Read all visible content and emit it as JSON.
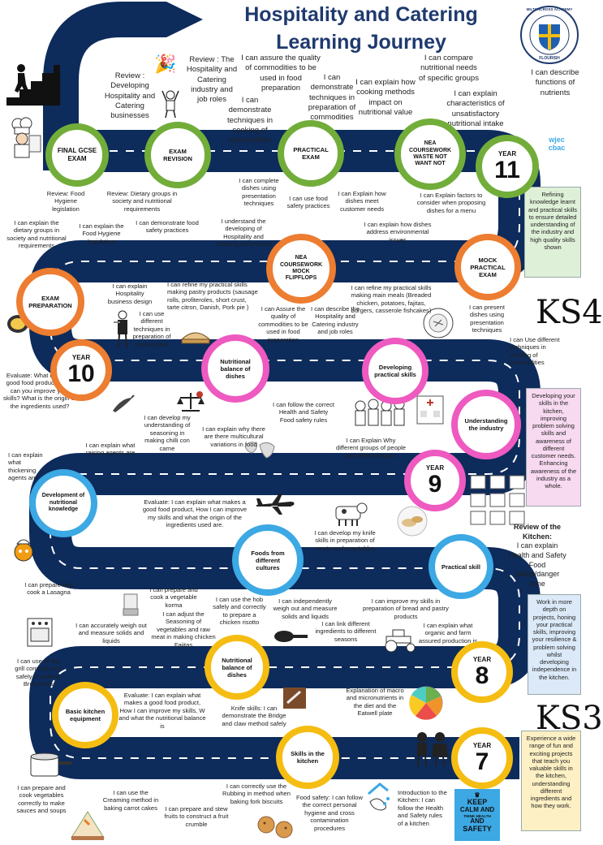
{
  "header": {
    "title_line1": "Hospitality and Catering",
    "title_line2": "Learning Journey",
    "school_logo": {
      "top": "MILTONCROSS ACADEMY",
      "bottom": "FLOURISH",
      "letters": "M C"
    },
    "board_logo_lines": [
      "wjec",
      "cbac"
    ]
  },
  "colors": {
    "road": "#0d2b5b",
    "green": "#72ad3a",
    "orange": "#ed7d31",
    "pink": "#ee5ac0",
    "blue": "#3ca8e4",
    "yellow": "#f5bd12",
    "title": "#1f3a6e"
  },
  "milestones": {
    "final_exam": "FINAL GCSE EXAM",
    "exam_revision": "EXAM REVISION",
    "practical_exam": "PRACTICAL EXAM",
    "nea_waste": "NEA COURSEWORK WASTE NOT WANT NOT",
    "mock_practical": "MOCK PRACTICAL EXAM",
    "nea_mock": "NEA COURSEWORK MOCK FLIPFLOPS",
    "exam_prep": "EXAM PREPARATION",
    "nutritional_balance_10": "Nutritional balance of dishes",
    "developing_practical": "Developing practical skills",
    "understanding_industry": "Understanding the industry",
    "dev_nutritional": "Development of nutritional knowledge",
    "foods_cultures": "Foods from different cultures",
    "practical_skill": "Practical skill",
    "nutritional_balance_8": "Nutritional balance of dishes",
    "basic_kitchen": "Basic kitchen equipment",
    "skills_kitchen": "Skills in the kitchen"
  },
  "years": {
    "label": "YEAR",
    "y11": "11",
    "y10": "10",
    "y9": "9",
    "y8": "8",
    "y7": "7"
  },
  "key_stages": {
    "ks4": "KS4",
    "ks3": "KS3"
  },
  "side_boxes": {
    "y11": "Refining knowledge learnt and practical skills to ensure detailed understanding of the industry and high quality skills shown",
    "y10": "Developing your skills in the kitchen, improving problem solving skills and awareness of different customer needs. Enhancing awareness of the industry as a whole.",
    "y8": "Work in more depth on projects, honing your practical skills, improving your resilience & problem solving whilst developing independence in the kitchen.",
    "y7": "Experience a wide range of fun and exciting projects that teach you valuable skills in the kitchen, understanding different ingredients and how they work."
  },
  "review_kitchen": {
    "title": "Review of the Kitchen:",
    "body": "I can explain Health and Safety Food safety/danger zone"
  },
  "keep_calm": [
    "KEEP",
    "CALM AND",
    "THINK HEALTH",
    "AND",
    "SAFETY"
  ],
  "statements": {
    "s01": "Review : Developing Hospitality and Catering businesses",
    "s02": "Review : The Hospitality and Catering industry and job roles",
    "s03": "I can assure the quality of commodities to be used in food preparation",
    "s04": "I can demonstrate techniques in cooking of commodities",
    "s05": "I can demonstrate techniques in preparation of commodities",
    "s06": "I can explain how cooking methods impact on nutritional value",
    "s07": "I can compare nutritional needs of specific groups",
    "s08": "I can explain characteristics of unsatisfactory nutritional intake",
    "s09": "I can describe functions of nutrients",
    "s10": "Review: Food Hygiene legislation",
    "s11": "Review: Dietary groups in society and nutritional requirements",
    "s12": "I can complete dishes using presentation techniques",
    "s13": "I can use food safety practices",
    "s14": "I can Explain how dishes meet customer needs",
    "s15": "I can Explain factors to consider when proposing dishes for a menu",
    "s16": "I can explain how dishes address environmental issues",
    "s17": "I can explain the dietary groups in society and nutritional requirements",
    "s18": "I can explain the Food Hygiene legislation",
    "s19": "I can demonstrate food safety practices",
    "s20": "I understand the developing of Hospitality and Catering businesses",
    "s21": "I can explain Hospitality business design",
    "s22": "I can refine my practical skills making pastry products (sausage rolls, profiteroles, short crust, tarte citron, Danish, Pork pie )",
    "s23": "I can refine my practical skills making main meals (Breaded chicken, potatoes, fajitas, burgers, casserole fishcakes)",
    "s24": "I can present dishes using presentation techniques",
    "s25": "I can use different techniques in preparation of commodities",
    "s26": "I can Assure the quality of commodities to be used in food preparation",
    "s27": "I can describe the Hospitality and Catering industry and job roles",
    "s28": "I can Use different techniques in cooking of commodities",
    "s29": "Evaluate: What makes a good food product? How can you improve your skills? What is the origin of the ingredients used?",
    "s30": "I can develop my understanding of seasoning in making chilli con carne",
    "s31": "I can follow the correct Health and Safety Food safety rules",
    "s32": "I can explain what raising agents are",
    "s33": "I can explain why there are there multicultural variations in food",
    "s34": "I can Explain Why different groups of people eat different foods",
    "s35": "I can explain what thickening agents are",
    "s36": "Evaluate: I can explain what makes a good food product, How I can improve my skills and what the origin of the ingredients used are.",
    "s37": "I can develop my knife skills in preparation of meats and vegetables",
    "s38": "I can prepare and cook a Lasagna",
    "s39": "I can prepare and cook a vegetable korma",
    "s40": "I can adjust the Seasoning of vegetables and raw meat in making chicken Fajitas",
    "s41": "I can use the hob safely and correctly to prepare a chicken risotto",
    "s42": "I can independently weigh out and measure solids and liquids",
    "s43": "I can improve my skills in preparation of bread and pastry products",
    "s44": "I can explain what organic and farm assured production is",
    "s45": "I can accurately weigh out and measure solids and liquids",
    "s46": "I can link different ingredients to different seasons",
    "s47": "I can use of the grill correctly and safely in making Bruschetta",
    "s48": "Evaluate: I can explain what makes a good food product, How I can improve my skills, W and what the nutritional balance is",
    "s49": "Knife skills: I can demonstrate the Bridge and claw method safely",
    "s50": "Explanation of macro and micronutrients in the diet and the Eatwell plate",
    "s51": "I can prepare and cook vegetables correctly to make sauces and soups",
    "s52": "I can use the Creaming method in baking carrot cakes",
    "s53": "I can prepare and stew fruits to construct a fruit crumble",
    "s54": "I can correctly use the Rubbing in method when baking fork biscuits",
    "s55": "Food safety: I can follow the correct personal hygiene and cross contamination procedures",
    "s56": "Introduction to the Kitchen: I can follow the Health and Safety rules of a kitchen"
  }
}
